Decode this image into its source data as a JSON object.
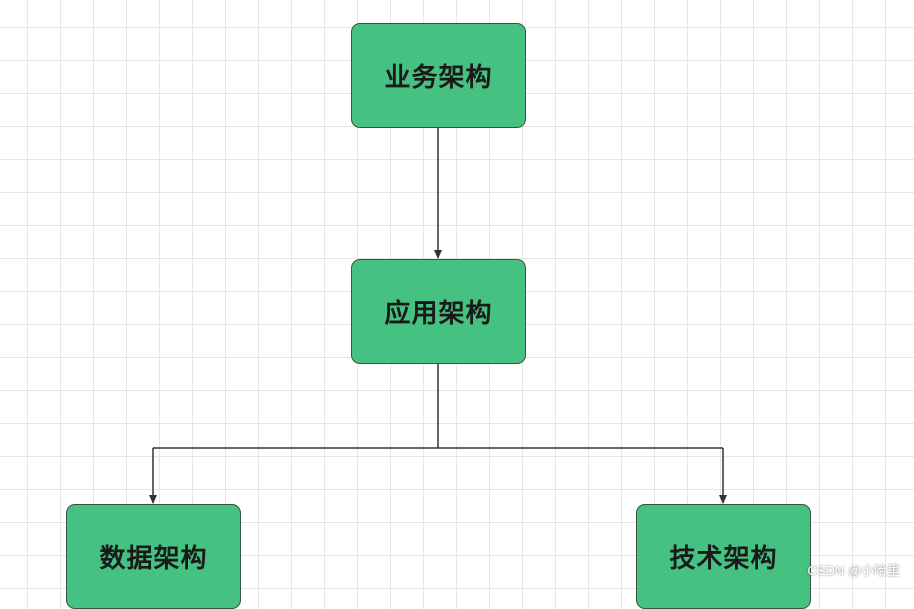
{
  "diagram": {
    "nodes": {
      "business": "业务架构",
      "application": "应用架构",
      "data": "数据架构",
      "technology": "技术架构"
    },
    "edges": [
      {
        "from": "business",
        "to": "application"
      },
      {
        "from": "application",
        "to": "data"
      },
      {
        "from": "application",
        "to": "technology"
      }
    ],
    "colors": {
      "node_fill": "#45c281",
      "node_border": "#3a5145",
      "connector": "#333333"
    }
  },
  "watermark": "CSDN @小哈里"
}
